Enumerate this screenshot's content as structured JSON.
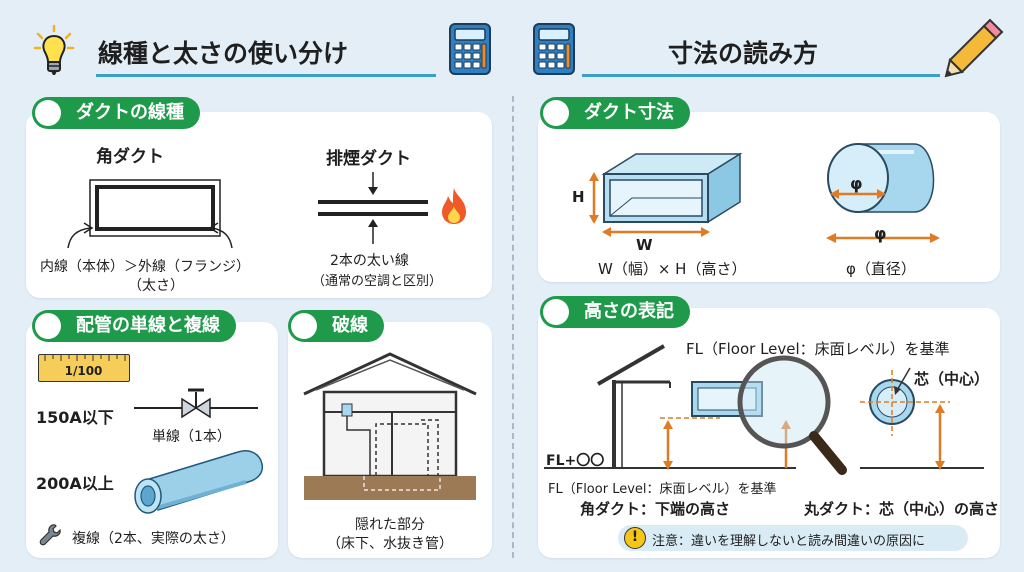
{
  "left": {
    "title": "線種と太さの使い分け",
    "duct_section": {
      "heading": "ダクトの線種",
      "square_duct": {
        "label": "角ダクト",
        "caption_line1": "内線（本体）＞外線（フランジ）",
        "caption_line2": "（太さ）"
      },
      "exhaust_duct": {
        "label": "排煙ダクト",
        "caption_line1": "2本の太い線",
        "caption_line2": "（通常の空調と区別）"
      }
    },
    "pipe_section": {
      "heading": "配管の単線と複線",
      "scale": "1/100",
      "under_label": "150A以下",
      "single_caption": "単線（1本）",
      "over_label": "200A以上",
      "double_caption": "複線（2本、実際の太さ）"
    },
    "dashed_section": {
      "heading": "破線",
      "caption_line1": "隠れた部分",
      "caption_line2": "（床下、水抜き管）"
    }
  },
  "right": {
    "title": "寸法の読み方",
    "duct_dim": {
      "heading": "ダクト寸法",
      "h_letter": "H",
      "w_letter": "W",
      "rect_caption": "W（幅）× H（高さ）",
      "phi_inner": "φ",
      "phi_outer": "φ",
      "round_caption": "φ（直径）"
    },
    "height_notation": {
      "heading": "高さの表記",
      "fl_top": "FL（Floor Level：床面レベル）を基準",
      "center_label": "芯（中心）",
      "fl_mark": "FL+〇〇",
      "fl_bottom": "FL（Floor Level：床面レベル）を基準",
      "square_height": "角ダクト：下端の高さ",
      "round_height": "丸ダクト：芯（中心）の高さ",
      "warning": "注意：違いを理解しないと読み間違いの原因に"
    }
  },
  "colors": {
    "background": "#e3eef7",
    "section_green": "#1f9a4b",
    "title_underline": "#3aa0c8",
    "arrow_orange": "#e07b25",
    "duct_blue": "#a8d8f0",
    "warning_yellow": "#f5c518"
  }
}
